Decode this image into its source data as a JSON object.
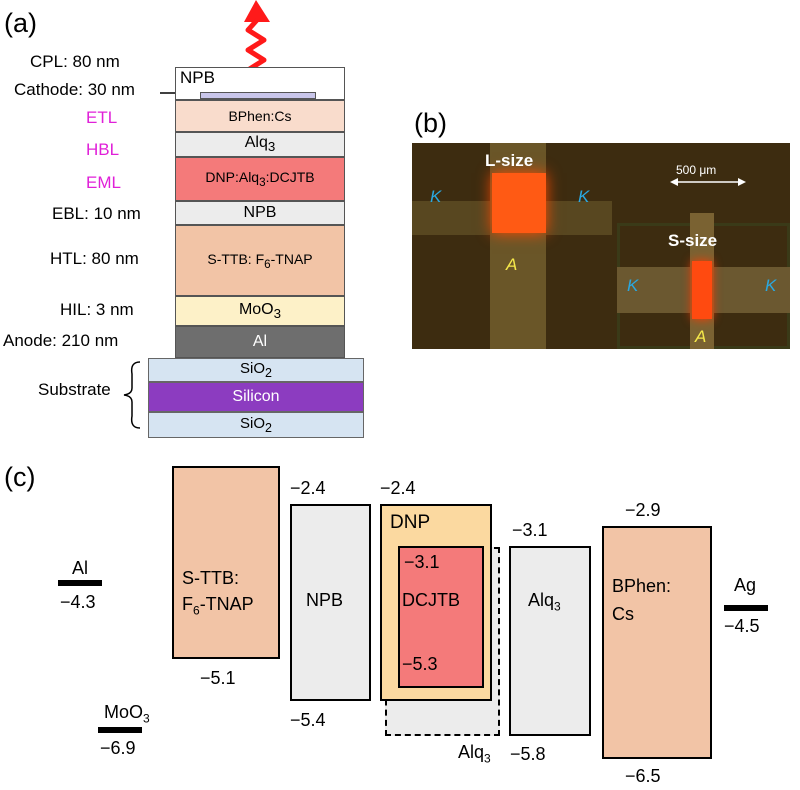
{
  "panel_a": {
    "label": "(a)",
    "left_labels": {
      "cpl": "CPL: 80 nm",
      "cathode": "Cathode: 30 nm",
      "etl": "ETL",
      "hbl": "HBL",
      "eml": "EML",
      "ebl": "EBL: 10 nm",
      "htl": "HTL: 80 nm",
      "hil": "HIL: 3 nm",
      "anode": "Anode: 210 nm",
      "substrate": "Substrate"
    },
    "layers": {
      "npb_top": "NPB",
      "bphen": "BPhen:Cs",
      "alq3_base": "Alq",
      "alq3_sub": "3",
      "dnp": "DNP:Alq",
      "dnp_sub": "3",
      "dnp_tail": ":DCJTB",
      "npb": "NPB",
      "sttb_a": "S-TTB: F",
      "sttb_sub": "6",
      "sttb_b": "-TNAP",
      "moo3_base": "MoO",
      "moo3_sub": "3",
      "al": "Al",
      "sio2_top": "SiO",
      "sio2_top_sub": "2",
      "silicon": "Silicon",
      "sio2_bot": "SiO",
      "sio2_bot_sub": "2"
    },
    "colors": {
      "bphen": "#f9dccc",
      "alq3": "#ececec",
      "eml": "#f47a7a",
      "npb": "#ececec",
      "htl": "#f2c4a6",
      "moo3": "#fdf1c8",
      "al": "#6e6e6e",
      "sio2": "#d6e4f2",
      "silicon": "#8c3cc0",
      "arrow": "#ff1a1a"
    }
  },
  "panel_b": {
    "label": "(b)",
    "l_size": "L-size",
    "s_size": "S-size",
    "scale": "500 μm",
    "k": "K",
    "a": "A"
  },
  "panel_c": {
    "label": "(c)",
    "al_name": "Al",
    "al_val": "−4.3",
    "moo3_name": "MoO",
    "moo3_sub": "3",
    "moo3_val": "−6.9",
    "sttb_l1": "S-TTB:",
    "sttb_l2a": "F",
    "sttb_l2sub": "6",
    "sttb_l2b": "-TNAP",
    "sttb_lumo": "",
    "sttb_homo": "−5.1",
    "npb_name": "NPB",
    "npb_lumo": "−2.4",
    "npb_homo": "−5.4",
    "dnp_name": "DNP",
    "dnp_lumo": "−2.4",
    "dcjtb_name": "DCJTB",
    "dcjtb_lumo": "−3.1",
    "dcjtb_homo": "−5.3",
    "alq3_host_name": "Alq",
    "alq3_host_sub": "3",
    "alq3_name": "Alq",
    "alq3_sub": "3",
    "alq3_lumo": "−3.1",
    "alq3_homo": "−5.8",
    "bphen_l1": "BPhen:",
    "bphen_l2": "Cs",
    "bphen_lumo": "−2.9",
    "bphen_homo": "−6.5",
    "ag_name": "Ag",
    "ag_val": "−4.5"
  }
}
